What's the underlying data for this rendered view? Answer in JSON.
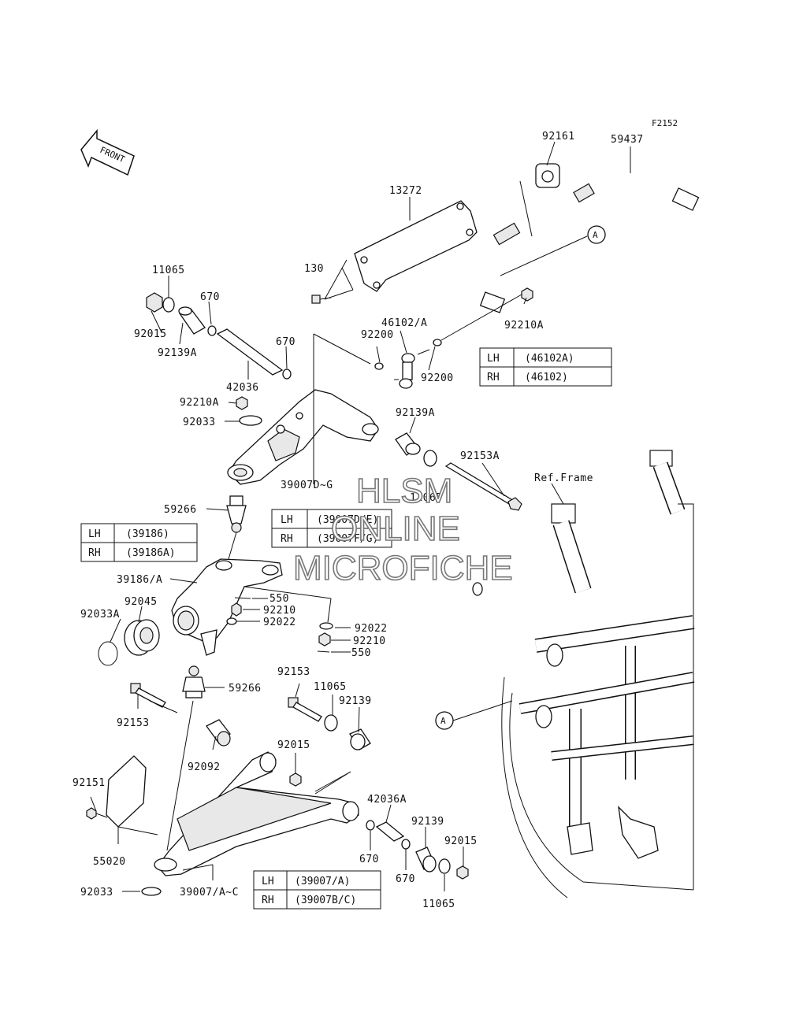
{
  "figure_code": "F2152",
  "front_arrow": "FRONT",
  "watermark": {
    "line1": "HLSM",
    "line2": "ONLINE",
    "line3": "MICROFICHE"
  },
  "ref_frame": "Ref.Frame",
  "callout_A": "A",
  "tables": {
    "upper_arm": {
      "lh_code": "LH",
      "lh_val": "(39007D/E)",
      "rh_code": "RH",
      "rh_val": "(39007F/G)"
    },
    "knuckle": {
      "lh_code": "LH",
      "lh_val": "(39186)",
      "rh_code": "RH",
      "rh_val": "(39186A)"
    },
    "link": {
      "lh_code": "LH",
      "lh_val": "(46102A)",
      "rh_code": "RH",
      "rh_val": "(46102)"
    },
    "lower_arm": {
      "lh_code": "LH",
      "lh_val": "(39007/A)",
      "rh_code": "RH",
      "rh_val": "(39007B/C)"
    }
  },
  "labels": {
    "p92161": "92161",
    "p59437": "59437",
    "p13272": "13272",
    "p130": "130",
    "p11065_top": "11065",
    "p670_a": "670",
    "p92015_top": "92015",
    "p92139A_top": "92139A",
    "p670_b": "670",
    "p42036": "42036",
    "p46102A": "46102/A",
    "p92200_a": "92200",
    "p92200_b": "92200",
    "p92210A_right": "92210A",
    "p92210A_left": "92210A",
    "p92033_top": "92033",
    "p92139A_mid": "92139A",
    "p39007DG": "39007D~G",
    "p11065_mid": "11065",
    "p92153A": "92153A",
    "p59266_top": "59266",
    "p39186A": "39186/A",
    "p92045": "92045",
    "p92033A": "92033A",
    "p550_a": "550",
    "p92210_a": "92210",
    "p92022_a": "92022",
    "p92022_b": "92022",
    "p92210_b": "92210",
    "p550_b": "550",
    "p59266_bot": "59266",
    "p92153_left": "92153",
    "p92153_mid": "92153",
    "p11065_low": "11065",
    "p92139_mid": "92139",
    "p92015_mid": "92015",
    "p92092": "92092",
    "p92151": "92151",
    "p42036A": "42036A",
    "p92139_low": "92139",
    "p92015_low": "92015",
    "p55020": "55020",
    "p670_c": "670",
    "p670_d": "670",
    "p92033_bot": "92033",
    "p39007AC": "39007/A~C",
    "p11065_bot": "11065"
  }
}
